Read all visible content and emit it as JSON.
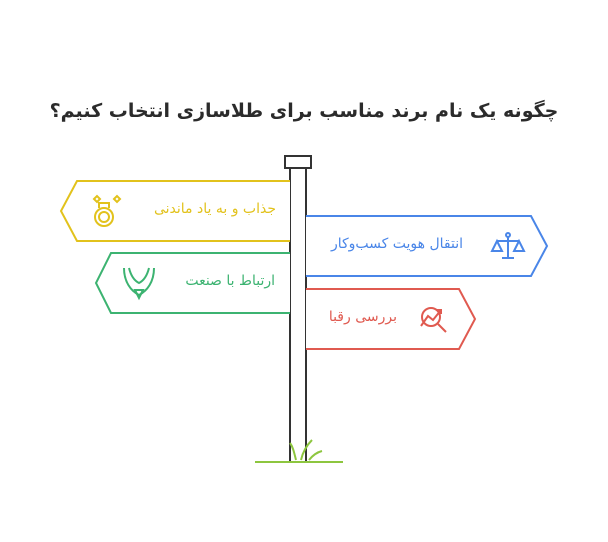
{
  "title": "چگونه یک نام برند مناسب برای طلاسازی انتخاب کنیم؟",
  "signs": [
    {
      "label": "جذاب و به یاد ماندنی",
      "icon": "ring-icon",
      "color": "#e2c21c",
      "side": "left"
    },
    {
      "label": "انتقال هویت کسب‌وکار",
      "icon": "scales-icon",
      "color": "#4a86e8",
      "side": "right"
    },
    {
      "label": "ارتباط با صنعت",
      "icon": "necklace-icon",
      "color": "#3cb371",
      "side": "left"
    },
    {
      "label": "بررسی رقبا",
      "icon": "magnifier-chart-icon",
      "color": "#e05a50",
      "side": "right"
    }
  ],
  "colors": {
    "post": "#333333",
    "grass": "#8dc63f"
  }
}
